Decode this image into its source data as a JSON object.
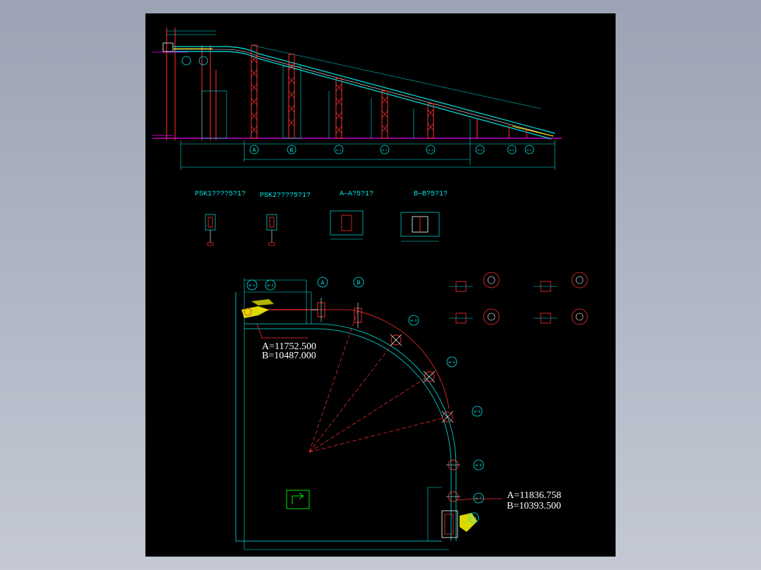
{
  "section_titles": {
    "psk1": "PSK1????5?1?",
    "psk2": "PSK2????5?1?",
    "aa": "A—A?5?1?",
    "bb": "B—B?5?1?"
  },
  "axis_labels": {
    "elevation": [
      "A",
      "B",
      "W-1",
      "W-2",
      "W-3",
      "W-4",
      "W-5",
      "W-6"
    ],
    "plan": [
      "W-1",
      "W-2",
      "A",
      "B",
      "W-3",
      "W-4",
      "W-5",
      "W-6",
      "W-7",
      "W-8"
    ]
  },
  "coordinates": {
    "top_a": "A=11752.500",
    "top_b": "B=10487.000",
    "bottom_a": "A=11836.758",
    "bottom_b": "B=10393.500"
  },
  "colors": {
    "background": "#000000",
    "dimension": "#00e5e5",
    "structure": "#ff3030",
    "ground": "#c000c0",
    "highlight": "#ffff00",
    "text": "#ffffff",
    "north": "#00c000"
  },
  "icons": {
    "north_marker": "north-arrow-icon"
  }
}
